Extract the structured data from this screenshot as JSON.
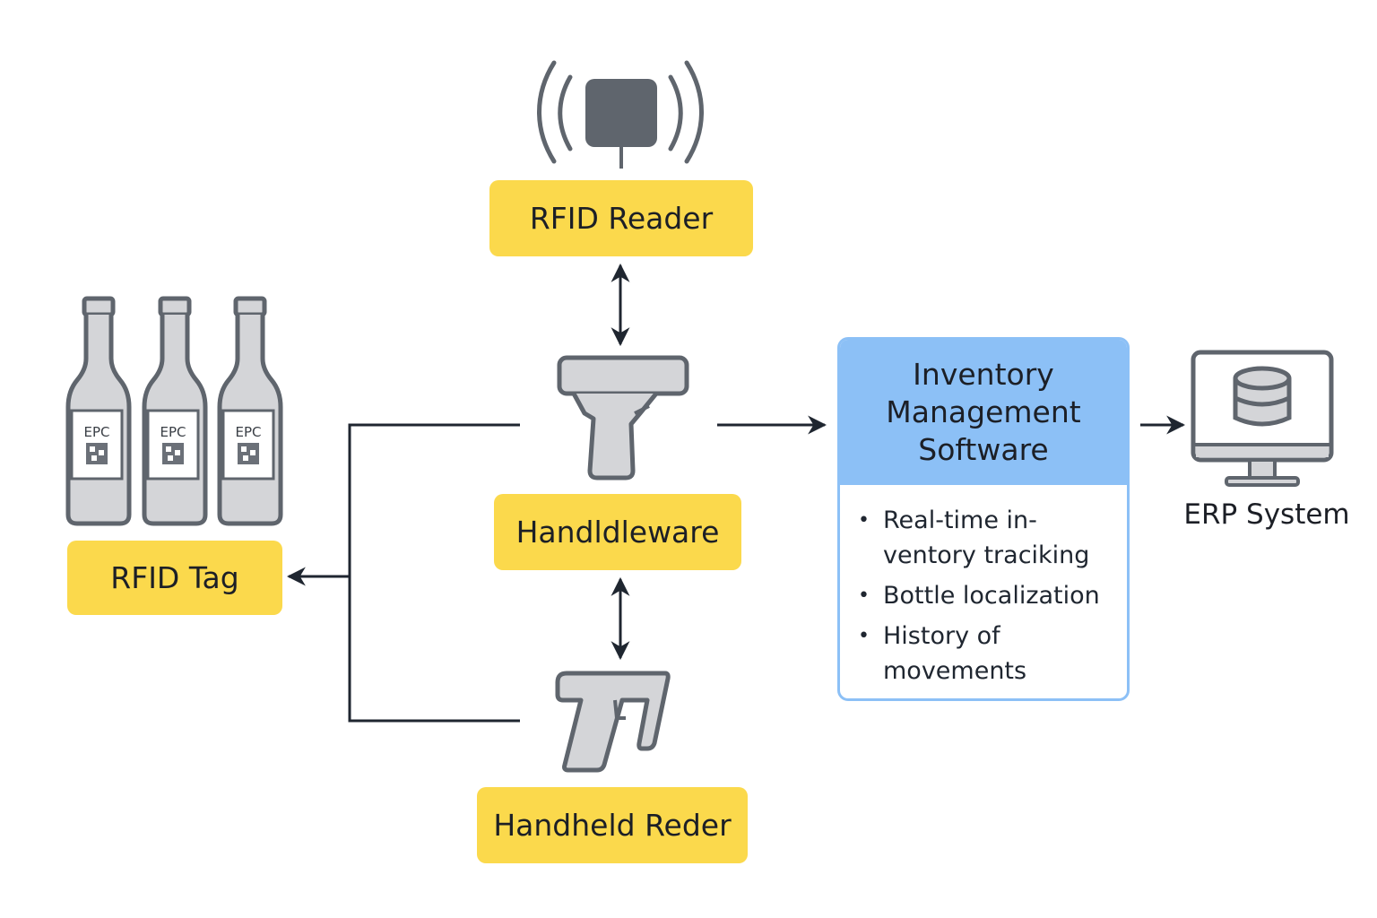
{
  "nodes": {
    "rfid_reader": "RFID Reader",
    "middleware": "Handldleware",
    "handheld_reader": "Handheld Reder",
    "rfid_tag": "RFID Tag",
    "erp": "ERP System"
  },
  "bottles": {
    "label": "EPC",
    "count": 3
  },
  "software": {
    "title": "Inventory\nManagement\nSoftware",
    "features": [
      "Real-time in-\nventory traciking",
      "Bottle localization",
      "History of\nmovements"
    ]
  },
  "colors": {
    "node_fill": "#fbd94c",
    "software_accent": "#8cc0f6",
    "icon_fill": "#d4d5d8",
    "icon_stroke": "#5f656d",
    "arrow": "#1f2630"
  },
  "icons": [
    "antenna-icon",
    "barcode-scanner-icon",
    "handheld-scanner-icon",
    "wine-bottle-icon",
    "computer-monitor-icon",
    "database-icon"
  ]
}
